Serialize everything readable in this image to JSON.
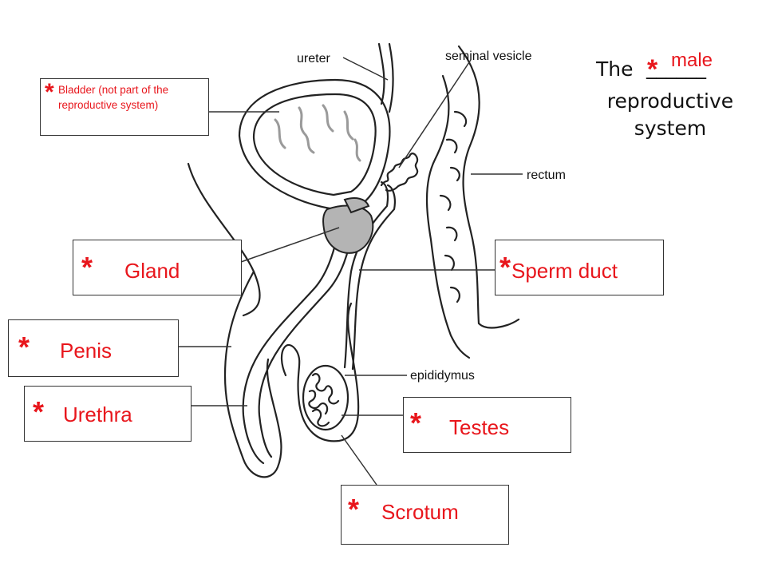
{
  "printed_labels": {
    "ureter": "ureter",
    "seminal_vesicle": "seminal vesicle",
    "rectum": "rectum",
    "epididymus": "epididymus"
  },
  "boxes": {
    "bladder": {
      "star": "*",
      "label": "Bladder (not part of the reproductive system)"
    },
    "gland": {
      "star": "*",
      "label": "Gland"
    },
    "sperm_duct": {
      "star": "*",
      "label": "Sperm duct"
    },
    "penis": {
      "star": "*",
      "label": "Penis"
    },
    "urethra": {
      "star": "*",
      "label": "Urethra"
    },
    "testes": {
      "star": "*",
      "label": "Testes"
    },
    "scrotum": {
      "star": "*",
      "label": "Scrotum"
    }
  },
  "title": {
    "prefix": "The",
    "blank": "______",
    "answer": "male",
    "star": "*",
    "line2": "reproductive",
    "line3": "system"
  },
  "colors": {
    "answer_red": "#e8161c",
    "gland_gray": "#b4b4b4",
    "line": "#222222"
  }
}
